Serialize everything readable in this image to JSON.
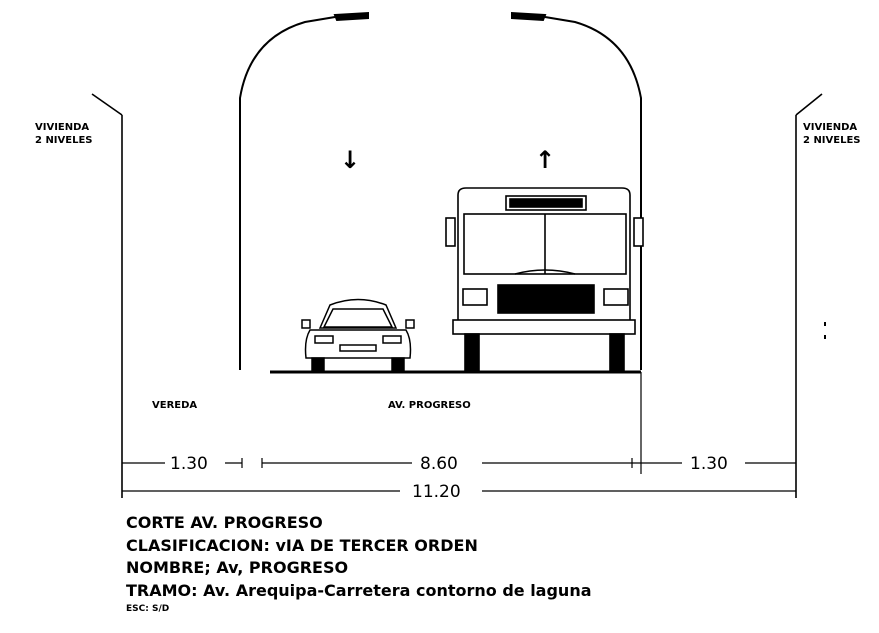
{
  "left_building_label_line1": "VIVIENDA",
  "left_building_label_line2": "2 NIVELES",
  "right_building_label_line1": "VIVIENDA",
  "right_building_label_line2": "2 NIVELES",
  "arrow_down": "↓",
  "arrow_up": "↑",
  "sidewalk_label": "VEREDA",
  "road_label": "AV. PROGRESO",
  "bus_sign": "",
  "dimensions": {
    "left_sidewalk": "1.30",
    "roadway": "8.60",
    "right_sidewalk": "1.30",
    "total": "11.20"
  },
  "caption": {
    "title": "CORTE AV. PROGRESO",
    "classification": "CLASIFICACION: vIA DE TERCER ORDEN",
    "name": "NOMBRE; Av, PROGRESO",
    "section": "TRAMO: Av. Arequipa-Carretera contorno de laguna",
    "scale": "ESC: S/D"
  }
}
